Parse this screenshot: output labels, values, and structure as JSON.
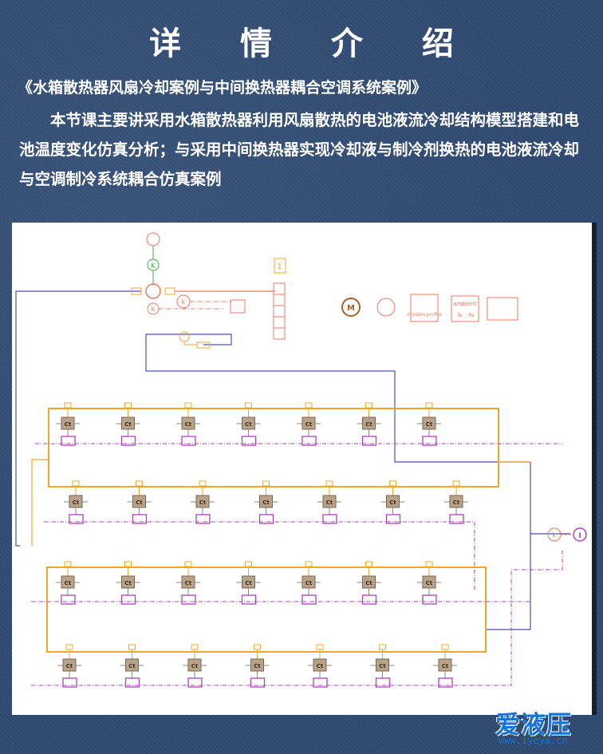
{
  "header": {
    "title": "详 情 介 绍",
    "course_title": "《水箱散热器风扇冷却案例与中间换热器耦合空调系统案例》",
    "description": "本节课主要讲采用水箱散热器利用风扇散热的电池液流冷却结构模型搭建和电池温度变化仿真分析；与采用中间换热器实现冷却液与制冷剂换热的电池液流冷却与空调制冷系统耦合仿真案例"
  },
  "diagram": {
    "cell_label": "Ct",
    "icon_labels": {
      "motor": "M",
      "mission_profile": "mission profile",
      "ambient": "ambient",
      "ambient_temp": "Ta",
      "ambient_pressure": "Pa",
      "gain": "k",
      "sum": "Σ",
      "flow": "I",
      "pump_param": "K"
    },
    "colors": {
      "coolant_loop": "#f4a42c",
      "electric_line": "#b03ec0",
      "hydraulic_line": "#4a4fb8",
      "cooling_system": "#f2775f",
      "cell_block": "#b8a38a"
    },
    "battery_rows": [
      {
        "cells": 7
      },
      {
        "cells": 7
      },
      {
        "cells": 7
      },
      {
        "cells": 7
      }
    ]
  },
  "watermark": {
    "logo": "爱液压",
    "url": "www.iyeya.cn"
  }
}
